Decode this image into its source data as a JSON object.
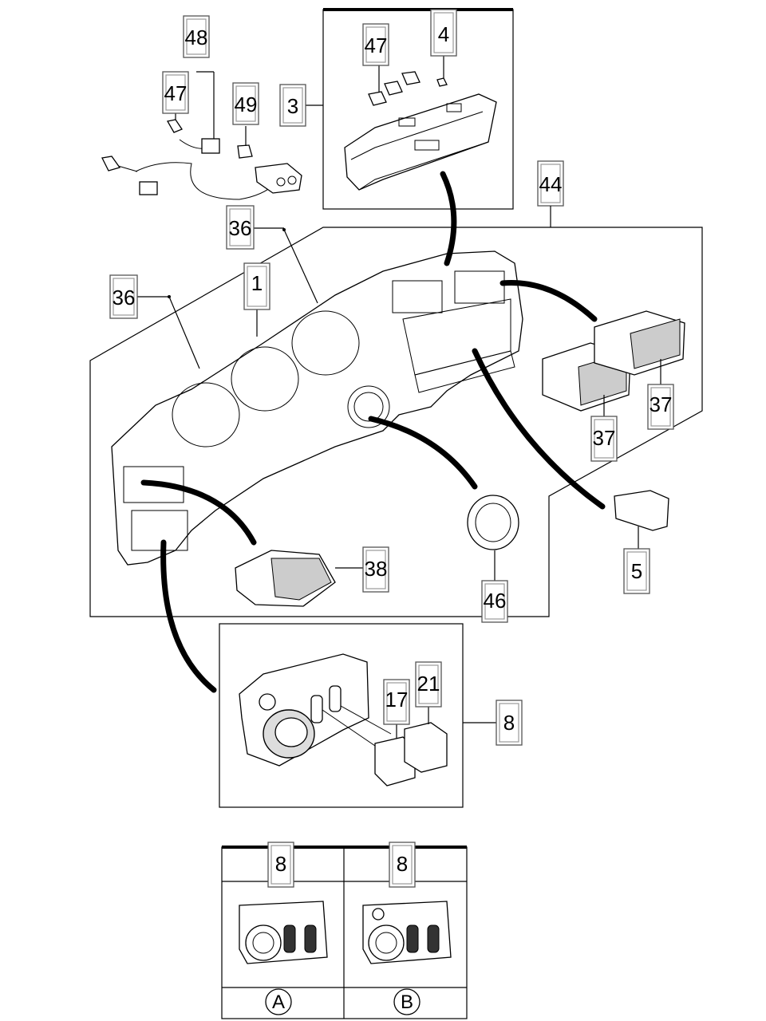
{
  "callouts": {
    "c48": "48",
    "c47a": "47",
    "c49": "49",
    "c3": "3",
    "c47b": "47",
    "c4": "4",
    "c44": "44",
    "c36a": "36",
    "c36b": "36",
    "c1": "1",
    "c37a": "37",
    "c37b": "37",
    "c5": "5",
    "c38": "38",
    "c46": "46",
    "c17": "17",
    "c21": "21",
    "c8": "8"
  },
  "variants": {
    "a_callout": "8",
    "b_callout": "8",
    "a_label": "A",
    "b_label": "B"
  }
}
